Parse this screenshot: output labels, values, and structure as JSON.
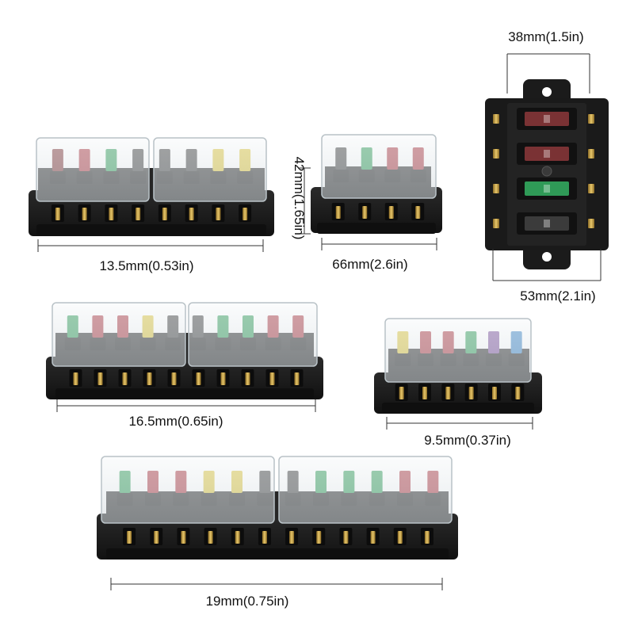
{
  "colors": {
    "base": "#1c1c1c",
    "base_shadow": "#0e0e0e",
    "cover": "#eef2f4",
    "cover_edge": "#c9d0d4",
    "interior": "#2a2a2a",
    "terminal": "#c9a24a",
    "fuse_red": "#a8353f",
    "fuse_green": "#2f9a57",
    "fuse_yellow": "#d9c23a",
    "fuse_blue": "#3a82c4",
    "fuse_purple": "#7a4f9a",
    "fuse_dark": "#3b3b3b",
    "fuse_brown": "#7a3234"
  },
  "units": [
    {
      "id": "unit-8-way",
      "fuses": [
        "fuse_brown",
        "fuse_red",
        "fuse_green",
        "fuse_dark",
        "fuse_dark",
        "fuse_dark",
        "fuse_yellow",
        "fuse_yellow"
      ],
      "terminals": 8,
      "dimension_label": "13.5mm(0.53in)"
    },
    {
      "id": "unit-4-way",
      "fuses": [
        "fuse_dark",
        "fuse_green",
        "fuse_red",
        "fuse_red"
      ],
      "terminals": 4,
      "dimension_label": "66mm(2.6in)",
      "height_label": "42mm(1.65in)"
    },
    {
      "id": "unit-4-way-top",
      "fuses": [
        "fuse_brown",
        "fuse_brown",
        "fuse_green",
        "fuse_dark"
      ],
      "width_top_label": "38mm(1.5in)",
      "width_bottom_label": "53mm(2.1in)"
    },
    {
      "id": "unit-10-way",
      "fuses": [
        "fuse_green",
        "fuse_red",
        "fuse_red",
        "fuse_yellow",
        "fuse_dark",
        "fuse_dark",
        "fuse_green",
        "fuse_green",
        "fuse_red",
        "fuse_red"
      ],
      "terminals": 10,
      "dimension_label": "16.5mm(0.65in)"
    },
    {
      "id": "unit-6-way",
      "fuses": [
        "fuse_yellow",
        "fuse_red",
        "fuse_red",
        "fuse_green",
        "fuse_purple",
        "fuse_blue"
      ],
      "terminals": 6,
      "dimension_label": "9.5mm(0.37in)"
    },
    {
      "id": "unit-12-way",
      "fuses": [
        "fuse_green",
        "fuse_red",
        "fuse_red",
        "fuse_yellow",
        "fuse_yellow",
        "fuse_dark",
        "fuse_dark",
        "fuse_green",
        "fuse_green",
        "fuse_green",
        "fuse_red",
        "fuse_red"
      ],
      "terminals": 12,
      "dimension_label": "19mm(0.75in)"
    }
  ]
}
